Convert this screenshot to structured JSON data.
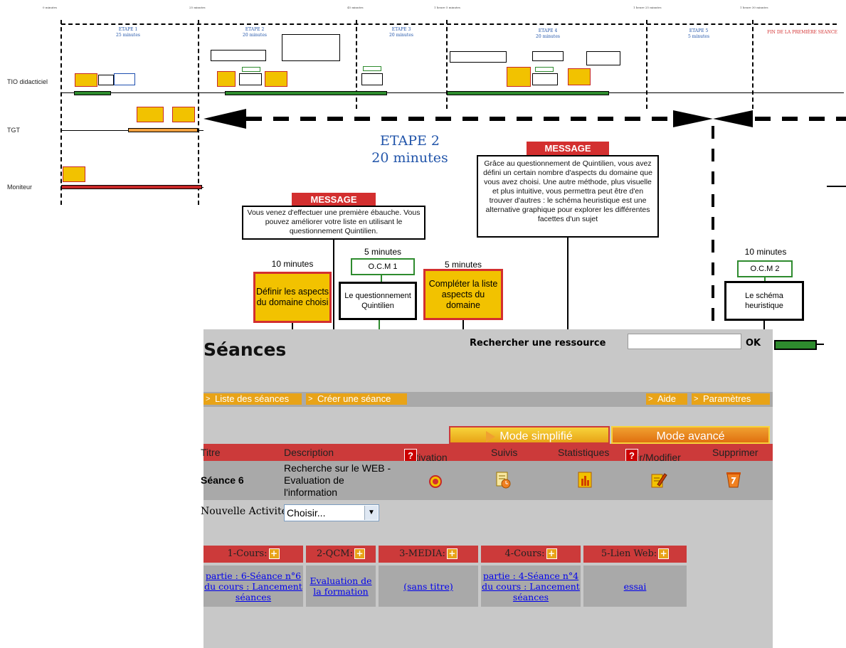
{
  "timeline_overview": {
    "ticks": [
      "0 minutes",
      "25 minutes",
      "45 minutes",
      "1 heure 5 minutes",
      "1 heure 25 minutes",
      "1 heure 30 minutes"
    ],
    "stages": [
      {
        "title": "ETAPE 1",
        "duration": "25 minutes"
      },
      {
        "title": "ETAPE 2",
        "duration": "20 minutes"
      },
      {
        "title": "ETAPE 3",
        "duration": "20 minutes"
      },
      {
        "title": "ETAPE 4",
        "duration": "20 minutes"
      },
      {
        "title": "ETAPE 5",
        "duration": "5 minutes"
      }
    ],
    "end_label": "FIN DE LA PREMIÈRE SEANCE",
    "rows": [
      "TIO didacticiel",
      "TGT",
      "Moniteur"
    ],
    "colors": {
      "red": "#d32f2f",
      "yellow": "#f2c200",
      "green": "#2e8b2e",
      "orange": "#f0a040",
      "stage_blue": "#2255aa"
    }
  },
  "detail": {
    "stage_title": "ETAPE 2",
    "stage_duration": "20 minutes",
    "message_tag": "MESSAGE",
    "message1": "Vous venez d'effectuer une première ébauche. Vous pouvez améliorer votre liste en utilisant le questionnement Quintilien.",
    "message2": "Grâce au questionnement de Quintilien, vous avez défini un certain nombre d'aspects du domaine que vous avez choisi. Une autre méthode, plus visuelle et plus intuitive, vous permettra peut être d'en trouver d'autres : le schéma heuristique est une alternative graphique pour explorer les différentes facettes d'un sujet",
    "activities": [
      {
        "minutes": "10 minutes",
        "label": "Définir les aspects du domaine choisi"
      },
      {
        "minutes": "5 minutes",
        "code": "O.C.M 1",
        "label": "Le questionnement Quintilien"
      },
      {
        "minutes": "5 minutes",
        "label": "Compléter la liste aspects du domaine"
      },
      {
        "minutes": "10 minutes",
        "code": "O.C.M 2",
        "label": "Le schéma heuristique"
      }
    ]
  },
  "lms": {
    "title": "Séances",
    "search_label": "Rechercher une ressource",
    "search_value": "",
    "ok": "OK",
    "nav": {
      "list": "Liste des séances",
      "create": "Créer une séance",
      "help": "Aide",
      "settings": "Paramètres"
    },
    "modes": {
      "simple": "Mode simplifié",
      "advanced": "Mode avancé"
    },
    "columns": {
      "title": "Titre",
      "description": "Description",
      "activation": "Activation",
      "follow": "Suivis",
      "stats": "Statistiques",
      "view_edit": "Voir/Modifier",
      "delete": "Supprimer",
      "help_mark": "?"
    },
    "session": {
      "title": "Séance 6",
      "description": "Recherche sur le WEB - Evaluation de l'information"
    },
    "new_activity": {
      "label": "Nouvelle Activité",
      "selected": "Choisir..."
    },
    "activity_table": {
      "headers": [
        "1-Cours:",
        "2-QCM:",
        "3-MEDIA:",
        "4-Cours:",
        "5-Lien Web:"
      ],
      "add_mark": "+",
      "cells": [
        "partie : 6-Séance n°6 du cours : Lancement séances",
        "Evaluation de la formation",
        "(sans titre)",
        "partie : 4-Séance n°4 du cours : Lancement séances",
        "essai"
      ]
    },
    "icons": [
      "activation-radio-icon",
      "follow-clock-icon",
      "statistics-icon",
      "edit-pencil-icon",
      "delete-bin-icon"
    ]
  }
}
